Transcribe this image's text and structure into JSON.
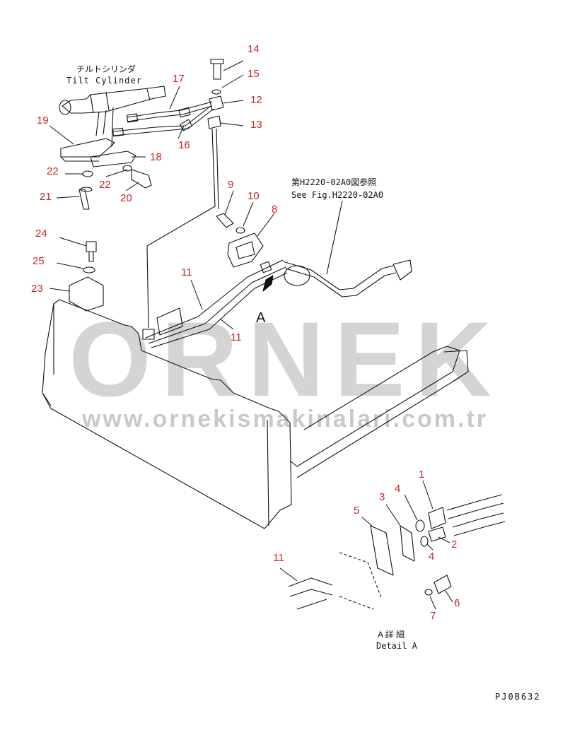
{
  "watermark": {
    "brand": "ORNEK",
    "url": "www.ornekismakinalari.com.tr",
    "color": "#cfcfcf"
  },
  "colors": {
    "callout": "#c8282a",
    "line": "#111111"
  },
  "labels": {
    "tilt_cylinder_jp": "チルトシリンダ",
    "tilt_cylinder_en": "Tilt Cylinder",
    "see_fig_jp": "第H2220-02A0図参照",
    "see_fig_en": "See Fig.H2220-02A0",
    "view_a": "A",
    "detail_jp": "A 詳 細",
    "detail_en": "Detail A",
    "drawing_code": "PJ0B632"
  },
  "callouts": [
    {
      "id": "c14",
      "text": "14"
    },
    {
      "id": "c15",
      "text": "15"
    },
    {
      "id": "c12",
      "text": "12"
    },
    {
      "id": "c13",
      "text": "13"
    },
    {
      "id": "c17",
      "text": "17"
    },
    {
      "id": "c16",
      "text": "16"
    },
    {
      "id": "c19",
      "text": "19"
    },
    {
      "id": "c18",
      "text": "18"
    },
    {
      "id": "c22a",
      "text": "22"
    },
    {
      "id": "c22b",
      "text": "22"
    },
    {
      "id": "c20",
      "text": "20"
    },
    {
      "id": "c21",
      "text": "21"
    },
    {
      "id": "c9",
      "text": "9"
    },
    {
      "id": "c10",
      "text": "10"
    },
    {
      "id": "c8",
      "text": "8"
    },
    {
      "id": "c24",
      "text": "24"
    },
    {
      "id": "c25",
      "text": "25"
    },
    {
      "id": "c23",
      "text": "23"
    },
    {
      "id": "c11a",
      "text": "11"
    },
    {
      "id": "c11b",
      "text": "11"
    },
    {
      "id": "c1",
      "text": "1"
    },
    {
      "id": "c5",
      "text": "5"
    },
    {
      "id": "c3",
      "text": "3"
    },
    {
      "id": "c4a",
      "text": "4"
    },
    {
      "id": "c2",
      "text": "2"
    },
    {
      "id": "c4b",
      "text": "4"
    },
    {
      "id": "c11c",
      "text": "11"
    },
    {
      "id": "c6",
      "text": "6"
    },
    {
      "id": "c7",
      "text": "7"
    }
  ]
}
